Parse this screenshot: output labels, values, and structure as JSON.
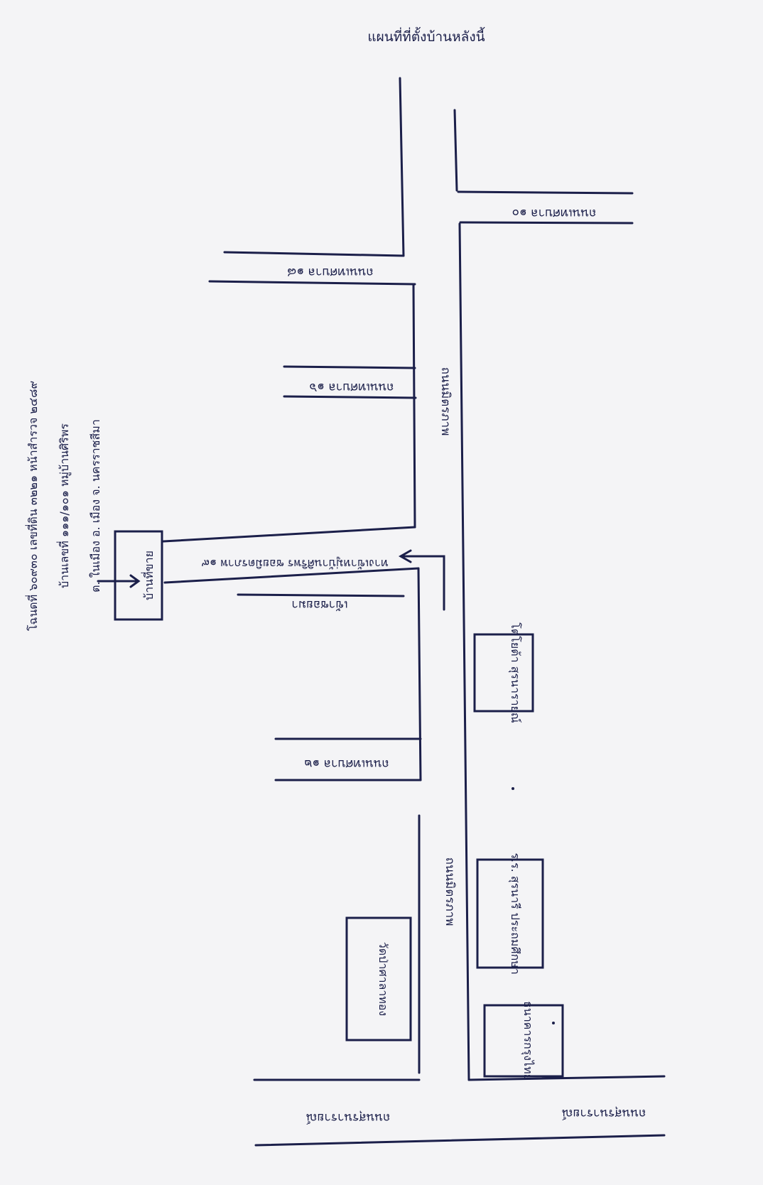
{
  "title": "แผนที่ที่ตั้งบ้านหลังนี้",
  "address": {
    "line1": "โฉนดที่ ๖๐๙๓๐ เลขที่ดิน ๓๒๒๑ หน้าสำรวจ ๒๔๘๙",
    "line2": "บ้านเลขที่ ๑๑๑/๑๐๑ หมู่บ้านศิริพร",
    "line3": "ต. ในเมือง อ. เมือง จ. นครราชสีมา"
  },
  "roads": {
    "main_upper": "ถนนมิตรภาพ",
    "main_lower": "ถนนมิตรภาพ",
    "soi_top": "ถนนเทศบาล ๑๐",
    "soi_2": "ถนนเทศบาล ๑๘",
    "soi_3": "ถนนเทศบาล ๑๖",
    "soi_entrance": "ทางเข้าหมู่บ้านศิริพร ซอยมิตรภาพ ๑๙",
    "soi_turn": "เข้าซอยมา",
    "soi_5": "ถนนเทศบาล ๑๒",
    "bottom_left": "ถนนสุรนารายณ์",
    "bottom_right": "ถนนสุรนารายณ์"
  },
  "landmarks": {
    "house": "บ้านที่ขาย",
    "toyota": "โตโยต้า สุรนารายณ์",
    "school": "ร.ร. สุรนารี ประถมศึกษา",
    "bank": "ธนาคารกรุงไทย",
    "temple": "วัดป่าศาลาทอง"
  }
}
